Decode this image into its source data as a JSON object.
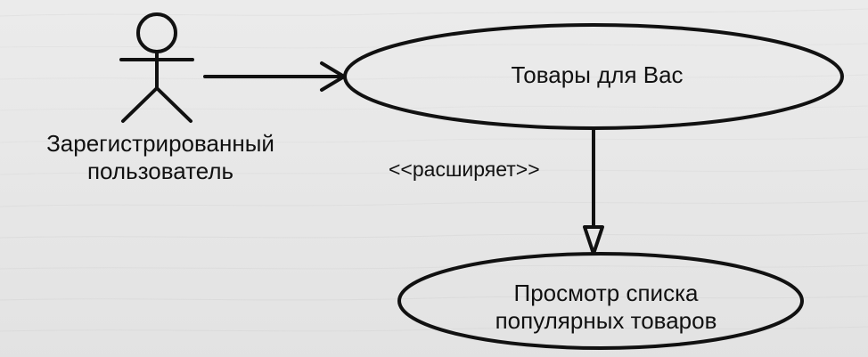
{
  "diagram": {
    "actor": {
      "line_1": "Зарегистрированный",
      "line_2": "пользователь"
    },
    "use_case_main": {
      "label": "Товары для Вас"
    },
    "relation": {
      "label": "<<расширяет>>"
    },
    "use_case_extended": {
      "line_1": "Просмотр списка",
      "line_2": "популярных товаров"
    }
  }
}
